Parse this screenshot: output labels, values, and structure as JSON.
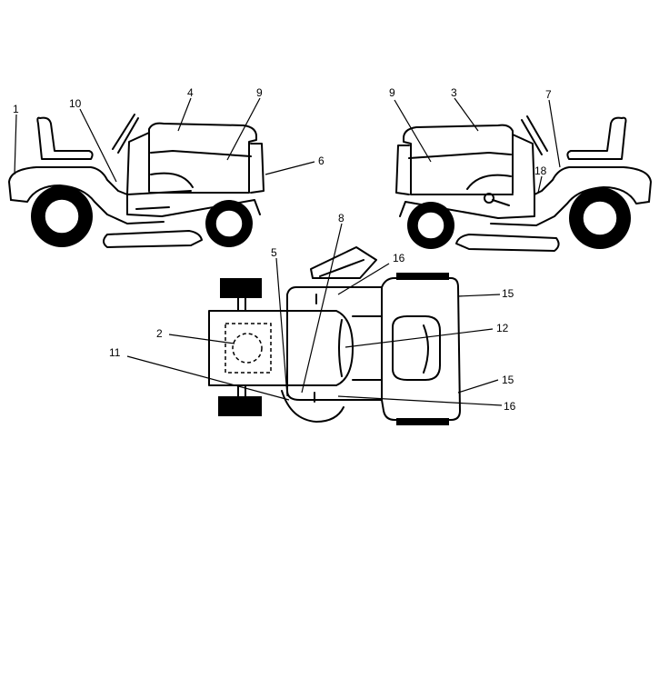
{
  "diagram": {
    "callouts": {
      "c1": "1",
      "c2": "2",
      "c3": "3",
      "c4": "4",
      "c5": "5",
      "c6": "6",
      "c7": "7",
      "c8": "8",
      "c9_left": "9",
      "c9_right": "9",
      "c10": "10",
      "c11": "11",
      "c12": "12",
      "c15_top": "15",
      "c15_bottom": "15",
      "c16_top": "16",
      "c16_bottom": "16",
      "c18": "18"
    }
  }
}
